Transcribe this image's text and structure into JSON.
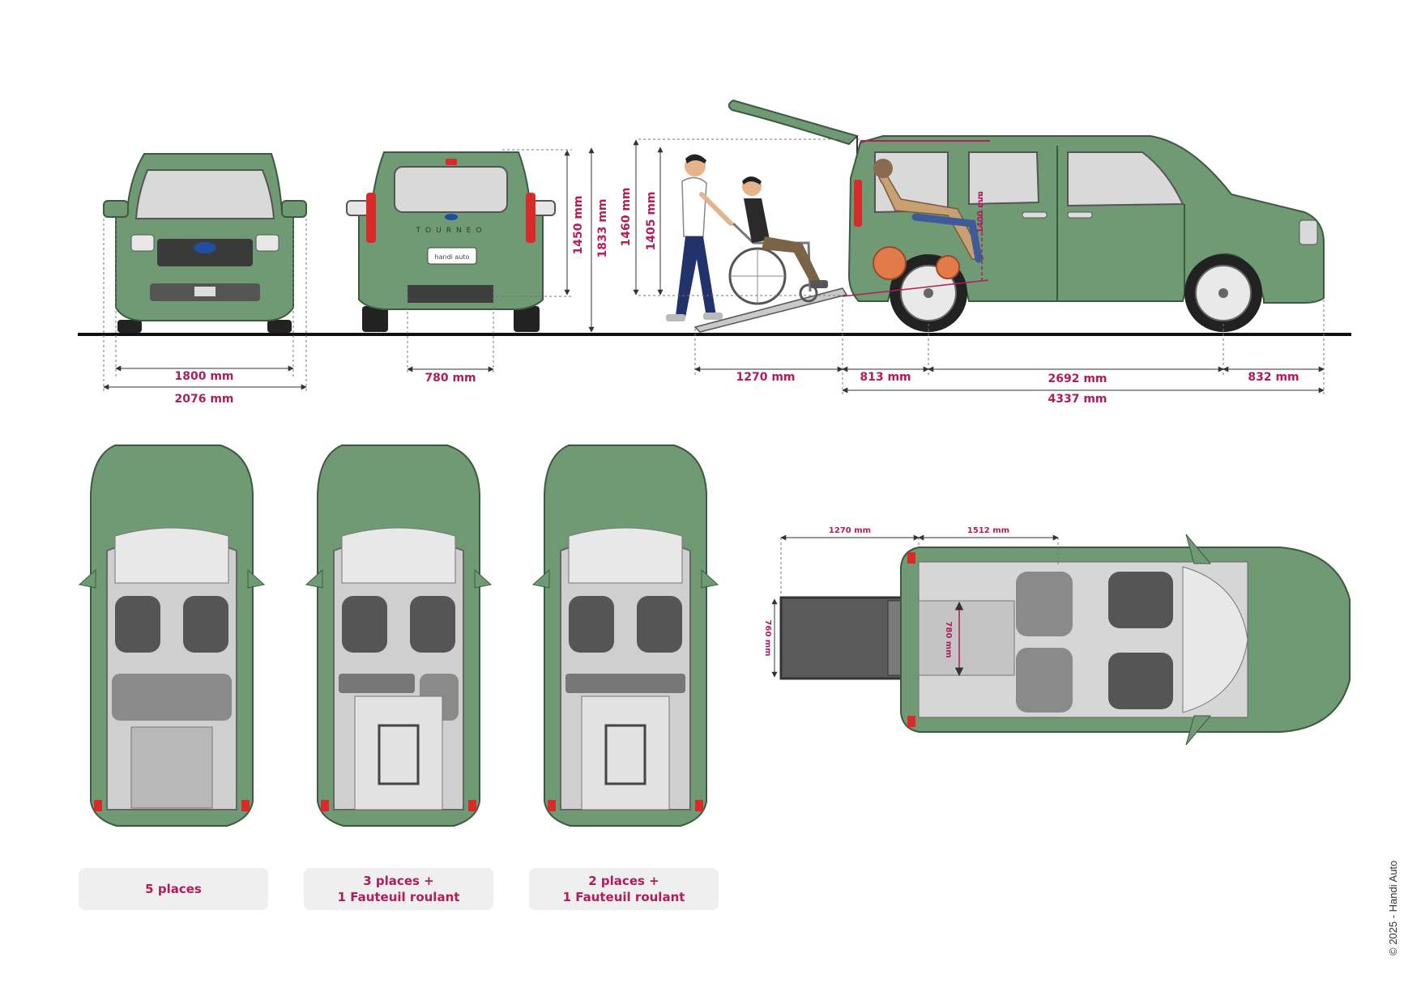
{
  "colors": {
    "body_green": "#6f9a73",
    "body_green_dark": "#4e7553",
    "glass_gray": "#d9d9d9",
    "accent_magenta": "#b01c5c",
    "tail_red": "#d92a2a"
  },
  "dimensions": {
    "front_track": "1800 mm",
    "front_width_mirrors": "2076 mm",
    "rear_opening_width": "780 mm",
    "rear_opening_height": "1450 mm",
    "overall_height": "1833 mm",
    "ramp_side_height": "1460 mm",
    "door_height": "1405 mm",
    "interior_height": "1400 mm",
    "ramp_length": "1270 mm",
    "rear_overhang": "813 mm",
    "wheelbase": "2692 mm",
    "front_overhang": "832 mm",
    "overall_length": "4337 mm",
    "top_ramp_length": "1270 mm",
    "top_floor_length": "1512 mm",
    "top_ramp_width": "760 mm",
    "top_floor_width": "780 mm"
  },
  "configs": [
    {
      "line1": "5 places",
      "line2": ""
    },
    {
      "line1": "3 places +",
      "line2": "1 Fauteuil roulant"
    },
    {
      "line1": "2 places +",
      "line2": "1 Fauteuil roulant"
    }
  ],
  "rear_badge": "TOURNEO",
  "plate_text": "handi auto",
  "copyright": "© 2025 - Handi Auto"
}
